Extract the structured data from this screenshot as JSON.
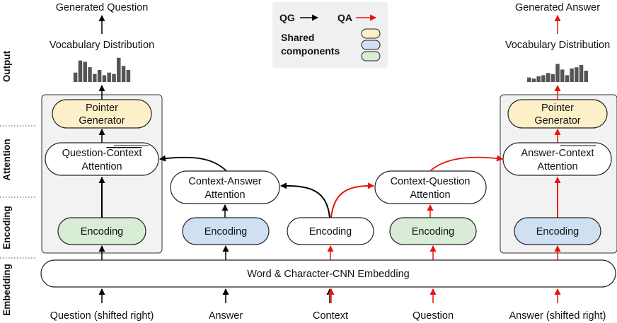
{
  "side_labels": {
    "output": "Output",
    "attention": "Attention",
    "encoding": "Encoding",
    "embedding": "Embedding"
  },
  "legend": {
    "qg": "QG",
    "qa": "QA",
    "shared_line1": "Shared",
    "shared_line2": "components",
    "arrow_colors": {
      "qg": "#000000",
      "qa": "#e8140c"
    },
    "swatch_colors": [
      "#fdf0c8",
      "#cfe0f3",
      "#d8ecd6"
    ]
  },
  "left_column": {
    "output_label": "Generated Question",
    "vocab_label": "Vocabulary Distribution",
    "vocab_bars": [
      0.35,
      0.8,
      0.75,
      0.55,
      0.3,
      0.45,
      0.25,
      0.35,
      0.3,
      0.9,
      0.6,
      0.45
    ],
    "pointer_line1": "Pointer",
    "pointer_line2": "Generator",
    "attention_part1": "Question-",
    "attention_part2": "Context",
    "attention_line2": "Attention",
    "encoding_label": "Encoding"
  },
  "right_column": {
    "output_label": "Generated Answer",
    "vocab_label": "Vocabulary Distribution",
    "vocab_bars": [
      0.2,
      0.15,
      0.25,
      0.3,
      0.4,
      0.35,
      0.8,
      0.55,
      0.3,
      0.6,
      0.65,
      0.75,
      0.5
    ],
    "pointer_line1": "Pointer",
    "pointer_line2": "Generator",
    "attention_part1": "Answer-",
    "attention_part2": "Context",
    "attention_line2": "Attention",
    "encoding_label": "Encoding"
  },
  "middle": {
    "context_answer_line1": "Context-Answer",
    "context_answer_line2": "Attention",
    "context_question_line1": "Context-Question",
    "context_question_line2": "Attention",
    "encoding_answer": "Encoding",
    "encoding_context": "Encoding",
    "encoding_question": "Encoding"
  },
  "embedding_label": "Word & Character-CNN Embedding",
  "inputs": [
    "Question (shifted right)",
    "Answer",
    "Context",
    "Question",
    "Answer (shifted right)"
  ],
  "colors": {
    "yellow": "#fdf0c8",
    "blue": "#cfe0f3",
    "green": "#d8ecd6",
    "white": "#ffffff",
    "panel": "#f2f2f2",
    "red": "#e8140c",
    "bar": "#555555"
  }
}
